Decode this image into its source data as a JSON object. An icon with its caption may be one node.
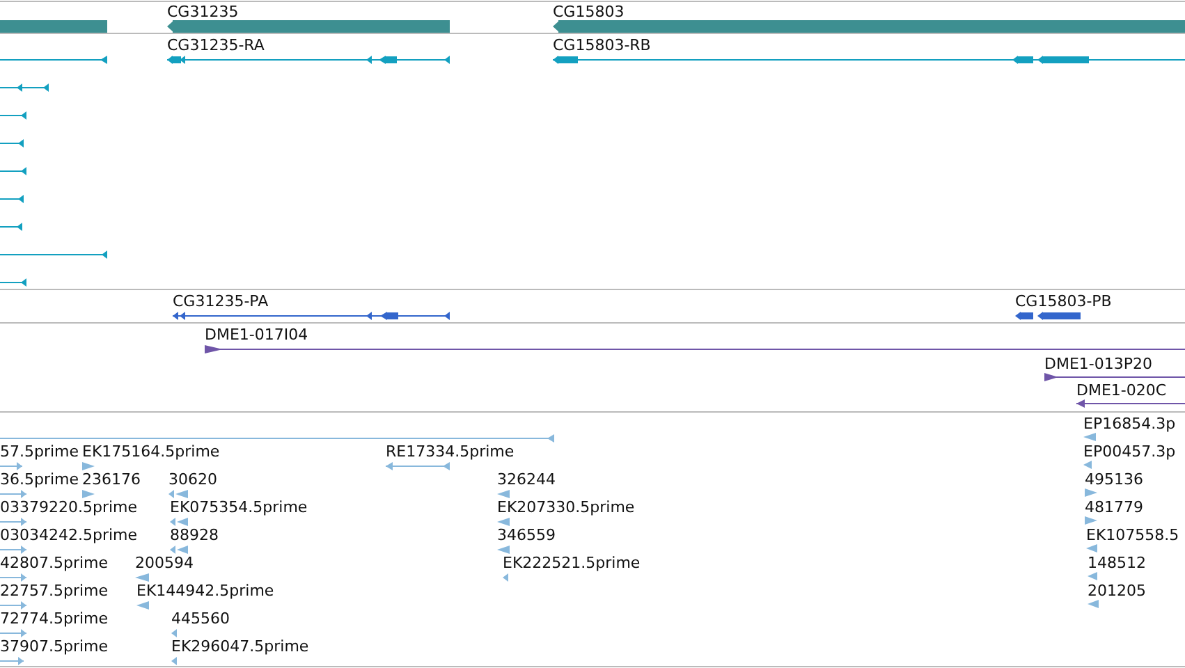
{
  "diagram": {
    "labels": [
      "CG31235",
      "CG15803",
      "CG31235-RA",
      "CG15803-RB",
      "CG31235-PA",
      "CG15803-PB",
      "DME1-017I04",
      "DME1-013P20",
      "DME1-020C",
      "57.5prime",
      "EK175164.5prime",
      "RE17334.5prime",
      "EP16854.3p",
      "36.5prime",
      "236176",
      "30620",
      "326244",
      "EP00457.3p",
      "03379220.5prime",
      "EK075354.5prime",
      "EK207330.5prime",
      "495136",
      "03034242.5prime",
      "88928",
      "346559",
      "481779",
      "42807.5prime",
      "200594",
      "EK222521.5prime",
      "EK107558.5",
      "22757.5prime",
      "EK144942.5prime",
      "148512",
      "72774.5prime",
      "445560",
      "201205",
      "37907.5prime",
      "EK296047.5prime"
    ]
  }
}
